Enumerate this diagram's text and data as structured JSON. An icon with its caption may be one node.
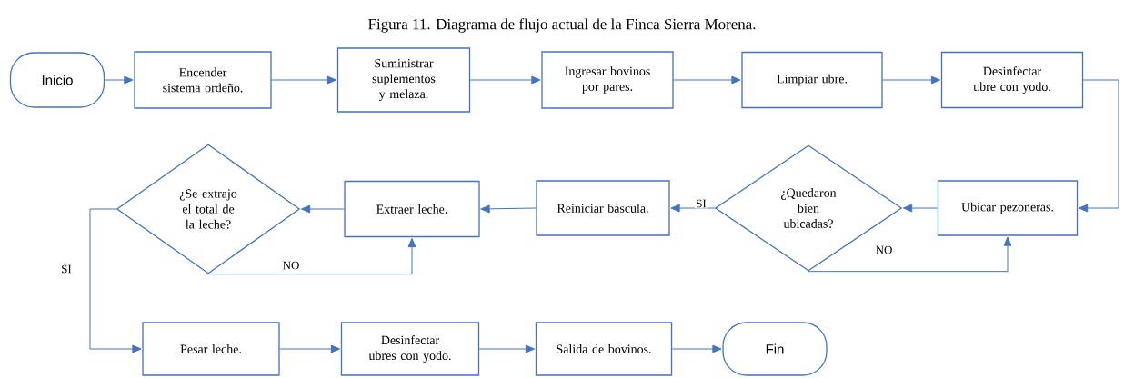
{
  "diagram": {
    "title": "Figura 11. Diagrama de flujo actual de la Finca Sierra Morena.",
    "nodes": [
      {
        "text": [
          "Inicio"
        ]
      },
      {
        "text": [
          "Encender sistema ordeño."
        ]
      },
      {
        "text": [
          "Suministrar suplementos y melaza."
        ]
      },
      {
        "text": [
          "Ingresar bovinos por pares."
        ]
      },
      {
        "text": [
          "Limpiar ubre."
        ]
      },
      {
        "text": [
          "Desinfectar ubre con yodo."
        ]
      },
      {
        "text": [
          "Ubicar pezoneras."
        ]
      },
      {
        "text": [
          "¿Quedaron bien ubicadas?"
        ]
      },
      {
        "text": [
          "Reiniciar báscula."
        ]
      },
      {
        "text": [
          "Extraer leche."
        ]
      },
      {
        "text": [
          "¿Se extrajo el total de la leche?"
        ]
      },
      {
        "text": [
          "Pesar leche."
        ]
      },
      {
        "text": [
          "Desinfectar ubres con yodo."
        ]
      },
      {
        "text": [
          "Salida de bovinos."
        ]
      },
      {
        "text": [
          "Fin"
        ]
      }
    ],
    "edges": [
      {
        "from": 0,
        "to": 1,
        "arrow": "to"
      },
      {
        "from": 1,
        "to": 2,
        "arrow": "to"
      },
      {
        "from": 2,
        "to": 3,
        "arrow": "to"
      },
      {
        "from": 3,
        "to": 4,
        "arrow": "to"
      },
      {
        "from": 4,
        "to": 5,
        "arrow": "to"
      },
      {
        "from": 5,
        "to": 6,
        "arrow": "to"
      },
      {
        "from": 6,
        "to": 7,
        "arrow": "to"
      },
      {
        "from": 7,
        "to": 8,
        "arrow": "to",
        "label": "SI"
      },
      {
        "from": 8,
        "to": 9,
        "arrow": "to"
      },
      {
        "from": 9,
        "to": 10,
        "arrow": "to"
      },
      {
        "from": 10,
        "to": 9,
        "arrow": "to",
        "label": "NO"
      },
      {
        "from": 7,
        "to": 6,
        "arrow": "to",
        "label": "NO"
      },
      {
        "from": 10,
        "to": 11,
        "arrow": "to",
        "label": "SI"
      },
      {
        "from": 11,
        "to": 12,
        "arrow": "to"
      },
      {
        "from": 12,
        "to": 13,
        "arrow": "to"
      },
      {
        "from": 13,
        "to": 14,
        "arrow": "to"
      }
    ]
  }
}
